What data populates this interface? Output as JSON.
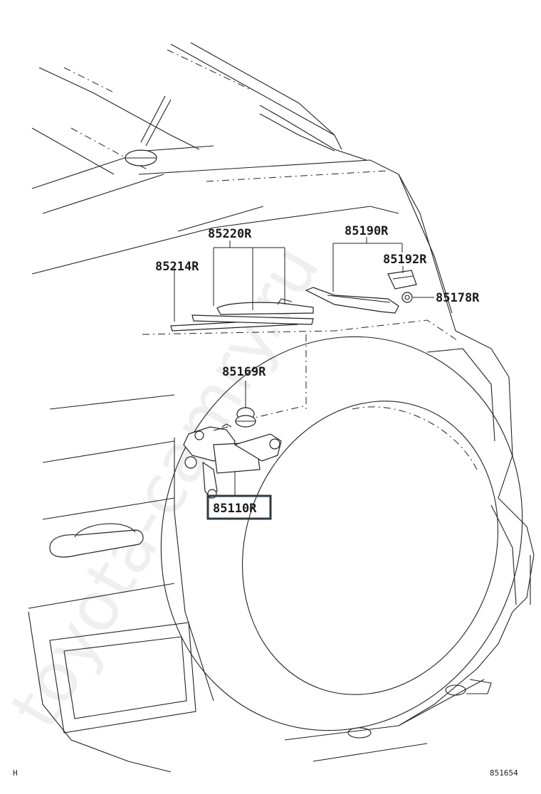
{
  "diagram": {
    "labels": {
      "wiper_blade_assy": "85220R",
      "wiper_blade_rubber": "85214R",
      "wiper_arm": "85190R",
      "arm_cap": "85192R",
      "arm_nut": "85178R",
      "grommet": "85169R",
      "wiper_motor": "85110R"
    },
    "highlighted_part": "85110R",
    "corner_left": "H",
    "corner_right": "851654",
    "watermark": "toyota-camry.ru",
    "colors": {
      "line": "#222222",
      "highlight_frame": "#2f3a40",
      "background": "#ffffff"
    }
  }
}
